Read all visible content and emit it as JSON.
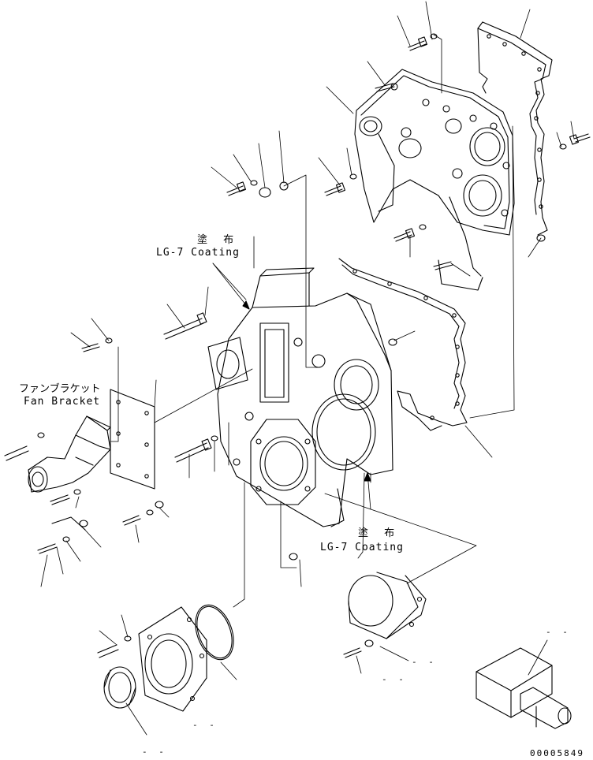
{
  "labels": {
    "coating_top_jp": "塗 布",
    "coating_top_en": "LG-7 Coating",
    "fan_bracket_jp": "ファンブラケット",
    "fan_bracket_en": "Fan Bracket",
    "coating_bottom_jp": "塗 布",
    "coating_bottom_en": "LG-7 Coating",
    "tool_mark": "- -",
    "cap_mark": "- -",
    "bolt_mark": "- -",
    "seal_mark": "- -",
    "retainer_mark": "- -",
    "document_number": "00005849"
  },
  "colors": {
    "line": "#000000",
    "background": "#ffffff"
  }
}
